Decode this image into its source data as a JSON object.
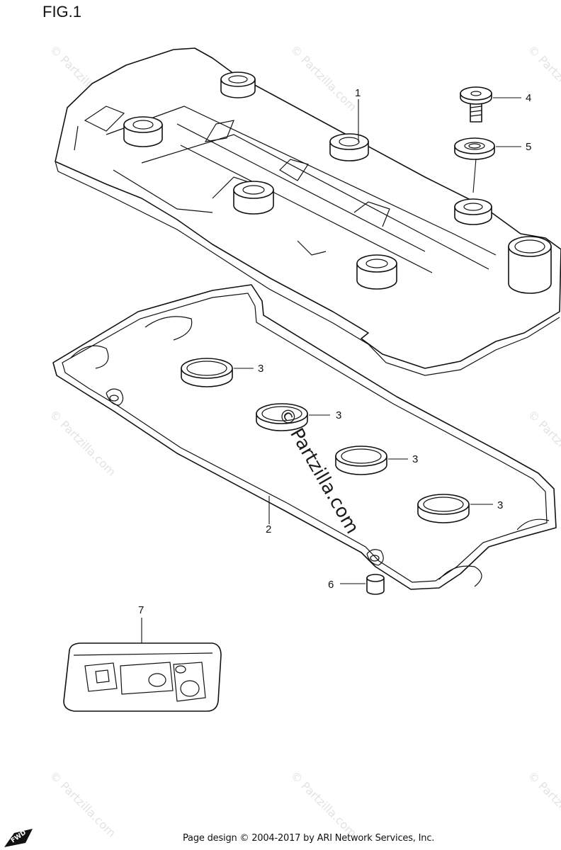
{
  "figure": {
    "title": "FIG.1"
  },
  "callouts": {
    "p1": "1",
    "p2": "2",
    "p3a": "3",
    "p3b": "3",
    "p3c": "3",
    "p3d": "3",
    "p4": "4",
    "p5": "5",
    "p6": "6",
    "p7": "7"
  },
  "watermark": {
    "text": "© Partzilla.com",
    "center_text": "© Partzilla.com"
  },
  "footer": {
    "text": "Page design © 2004-2017 by ARI Network Services, Inc."
  },
  "fwd_badge": {
    "text": "FWD"
  }
}
